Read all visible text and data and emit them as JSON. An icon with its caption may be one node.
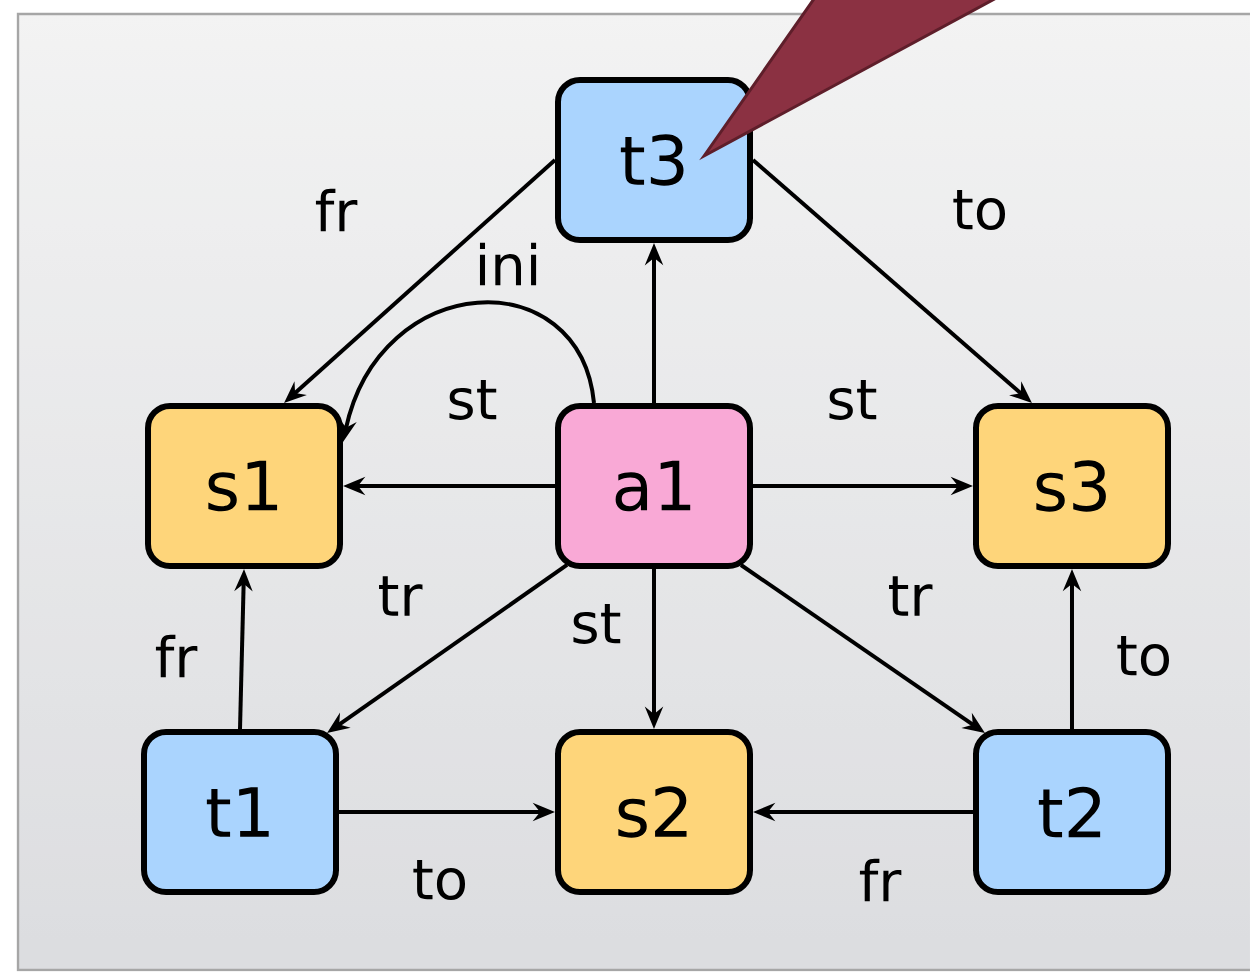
{
  "diagram": {
    "nodes": [
      {
        "text": [
          "t3"
        ]
      },
      {
        "text": [
          "s1"
        ]
      },
      {
        "text": [
          "a1"
        ]
      },
      {
        "text": [
          "s3"
        ]
      },
      {
        "text": [
          "t1"
        ]
      },
      {
        "text": [
          "s2"
        ]
      },
      {
        "text": [
          "t2"
        ]
      }
    ],
    "edges": [
      {
        "from": 2,
        "to": 0,
        "arrow": "to"
      },
      {
        "from": 0,
        "to": 1,
        "arrow": "to",
        "label": "fr"
      },
      {
        "from": 0,
        "to": 3,
        "arrow": "to",
        "label": "to"
      },
      {
        "from": 2,
        "to": 1,
        "arrow": "to",
        "label": "ini"
      },
      {
        "from": 2,
        "to": 1,
        "arrow": "to",
        "label": "st"
      },
      {
        "from": 2,
        "to": 3,
        "arrow": "to",
        "label": "st"
      },
      {
        "from": 2,
        "to": 4,
        "arrow": "to",
        "label": "tr"
      },
      {
        "from": 2,
        "to": 5,
        "arrow": "to",
        "label": "st"
      },
      {
        "from": 2,
        "to": 6,
        "arrow": "to",
        "label": "tr"
      },
      {
        "from": 4,
        "to": 1,
        "arrow": "to",
        "label": "fr"
      },
      {
        "from": 6,
        "to": 3,
        "arrow": "to",
        "label": "to"
      },
      {
        "from": 4,
        "to": 5,
        "arrow": "to",
        "label": "to"
      },
      {
        "from": 6,
        "to": 5,
        "arrow": "to",
        "label": "fr"
      }
    ]
  }
}
